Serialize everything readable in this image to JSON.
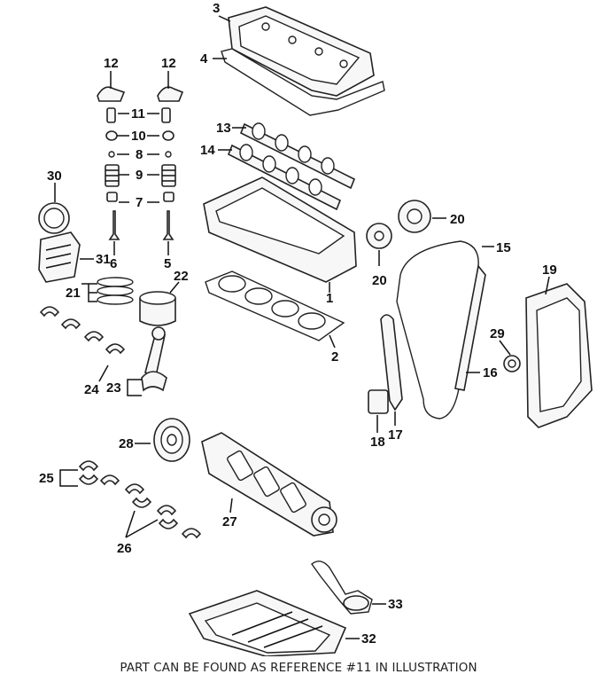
{
  "diagram": {
    "callouts": [
      {
        "id": "3",
        "text": "3"
      },
      {
        "id": "4",
        "text": "4"
      },
      {
        "id": "12a",
        "text": "12"
      },
      {
        "id": "12b",
        "text": "12"
      },
      {
        "id": "11",
        "text": "11"
      },
      {
        "id": "10",
        "text": "10"
      },
      {
        "id": "8",
        "text": "8"
      },
      {
        "id": "9",
        "text": "9"
      },
      {
        "id": "7",
        "text": "7"
      },
      {
        "id": "6",
        "text": "6"
      },
      {
        "id": "5",
        "text": "5"
      },
      {
        "id": "13",
        "text": "13"
      },
      {
        "id": "14",
        "text": "14"
      },
      {
        "id": "30",
        "text": "30"
      },
      {
        "id": "31",
        "text": "31"
      },
      {
        "id": "21",
        "text": "21"
      },
      {
        "id": "22",
        "text": "22"
      },
      {
        "id": "1",
        "text": "1"
      },
      {
        "id": "2",
        "text": "2"
      },
      {
        "id": "20a",
        "text": "20"
      },
      {
        "id": "20b",
        "text": "20"
      },
      {
        "id": "15",
        "text": "15"
      },
      {
        "id": "19",
        "text": "19"
      },
      {
        "id": "29",
        "text": "29"
      },
      {
        "id": "16",
        "text": "16"
      },
      {
        "id": "17",
        "text": "17"
      },
      {
        "id": "18",
        "text": "18"
      },
      {
        "id": "24",
        "text": "24"
      },
      {
        "id": "23",
        "text": "23"
      },
      {
        "id": "28",
        "text": "28"
      },
      {
        "id": "27",
        "text": "27"
      },
      {
        "id": "25",
        "text": "25"
      },
      {
        "id": "26",
        "text": "26"
      },
      {
        "id": "33",
        "text": "33"
      },
      {
        "id": "32",
        "text": "32"
      }
    ]
  },
  "caption": "PART CAN BE FOUND AS REFERENCE #11 IN ILLUSTRATION"
}
